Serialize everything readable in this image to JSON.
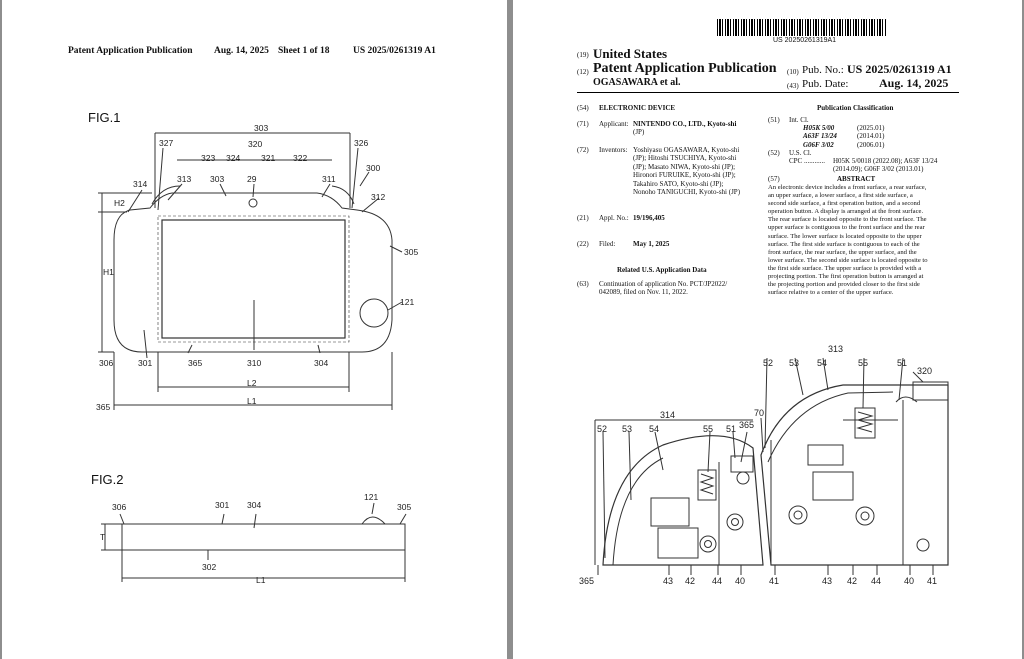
{
  "left": {
    "header": {
      "title": "Patent Application Publication",
      "date": "Aug. 14, 2025",
      "sheet": "Sheet 1 of 18",
      "number": "US 2025/0261319 A1"
    },
    "fig1_label": "FIG.1",
    "fig2_label": "FIG.2",
    "fig1_refs": {
      "r303top": "303",
      "r327": "327",
      "r320": "320",
      "r321": "321",
      "r326": "326",
      "r323": "323",
      "r324": "324",
      "r322": "322",
      "r314": "314",
      "r313": "313",
      "r303b": "303",
      "r29": "29",
      "r311": "311",
      "r300": "300",
      "r312": "312",
      "rH2": "H2",
      "rH1": "H1",
      "r305": "305",
      "r121": "121",
      "r306": "306",
      "r301": "301",
      "r365": "365",
      "r310": "310",
      "r304": "304",
      "rL2": "L2",
      "r365b": "365",
      "rL1": "L1"
    },
    "fig2_refs": {
      "r306": "306",
      "r301": "301",
      "r304": "304",
      "r121": "121",
      "r305": "305",
      "rT": "T",
      "r302": "302",
      "rL1": "L1"
    }
  },
  "right": {
    "barcode_text": "US 20250261319A1",
    "country_code": "(19)",
    "country": "United States",
    "type_code": "(12)",
    "type": "Patent Application Publication",
    "pubno_code": "(10)",
    "pubno_label": "Pub. No.:",
    "pubno": "US 2025/0261319 A1",
    "inventor_short": "OGASAWARA et al.",
    "pubdate_code": "(43)",
    "pubdate_label": "Pub. Date:",
    "pubdate": "Aug. 14, 2025",
    "f54": {
      "code": "(54)",
      "text": "ELECTRONIC DEVICE"
    },
    "f71": {
      "code": "(71)",
      "label": "Applicant:",
      "lines": [
        "NINTENDO CO., LTD., Kyoto-shi",
        "(JP)"
      ]
    },
    "f72": {
      "code": "(72)",
      "label": "Inventors:",
      "lines": [
        "Yoshiyasu OGASAWARA, Kyoto-shi",
        "(JP); Hitoshi TSUCHIYA, Kyoto-shi",
        "(JP); Masato NIWA, Kyoto-shi (JP);",
        "Hironori FURUIKE, Kyoto-shi (JP);",
        "Takahiro SATO, Kyoto-shi (JP);",
        "Nonoho TANIGUCHI, Kyoto-shi (JP)"
      ]
    },
    "f21": {
      "code": "(21)",
      "label": "Appl. No.:",
      "value": "19/196,405"
    },
    "f22": {
      "code": "(22)",
      "label": "Filed:",
      "value": "May 1, 2025"
    },
    "related_heading": "Related U.S. Application Data",
    "f63": {
      "code": "(63)",
      "lines": [
        "Continuation of application No. PCT/JP2022/",
        "042089, filed on Nov. 11, 2022."
      ]
    },
    "pubclass_heading": "Publication Classification",
    "f51": {
      "code": "(51)",
      "label": "Int. Cl.",
      "rows": [
        [
          "H05K 5/00",
          "(2025.01)"
        ],
        [
          "A63F 13/24",
          "(2014.01)"
        ],
        [
          "G06F 3/02",
          "(2006.01)"
        ]
      ]
    },
    "f52": {
      "code": "(52)",
      "label": "U.S. Cl.",
      "cpc_label": "CPC ............",
      "lines": [
        "H05K 5/0018 (2022.08); A63F 13/24",
        "(2014.09); G06F 3/02 (2013.01)"
      ]
    },
    "f57": {
      "code": "(57)",
      "heading": "ABSTRACT",
      "lines": [
        "An electronic device includes a front surface, a rear surface,",
        "an upper surface, a lower surface, a first side surface, a",
        "second side surface, a first operation button, and a second",
        "operation button. A display is arranged at the front surface.",
        "The rear surface is located opposite to the front surface. The",
        "upper surface is contiguous to the front surface and the rear",
        "surface. The lower surface is located opposite to the upper",
        "surface. The first side surface is contiguous to each of the",
        "front surface, the rear surface, the upper surface, and the",
        "lower surface. The second side surface is located opposite to",
        "the first side surface. The upper surface is provided with a",
        "projecting portion. The first operation button is arranged at",
        "the projecting portion and provided closer to the first side",
        "surface relative to a center of the upper surface."
      ]
    },
    "drawing_refs": {
      "r313": "313",
      "r52a": "52",
      "r53a": "53",
      "r54a": "54",
      "r55a": "55",
      "r51a": "51",
      "r320": "320",
      "r314": "314",
      "r70": "70",
      "r52b": "52",
      "r53b": "53",
      "r54b": "54",
      "r55b": "55",
      "r51b": "51",
      "r365a": "365",
      "r365b": "365",
      "r43a": "43",
      "r42a": "42",
      "r44a": "44",
      "r40a": "40",
      "r41a": "41",
      "r43b": "43",
      "r42b": "42",
      "r44b": "44",
      "r40b": "40",
      "r41b": "41"
    }
  }
}
